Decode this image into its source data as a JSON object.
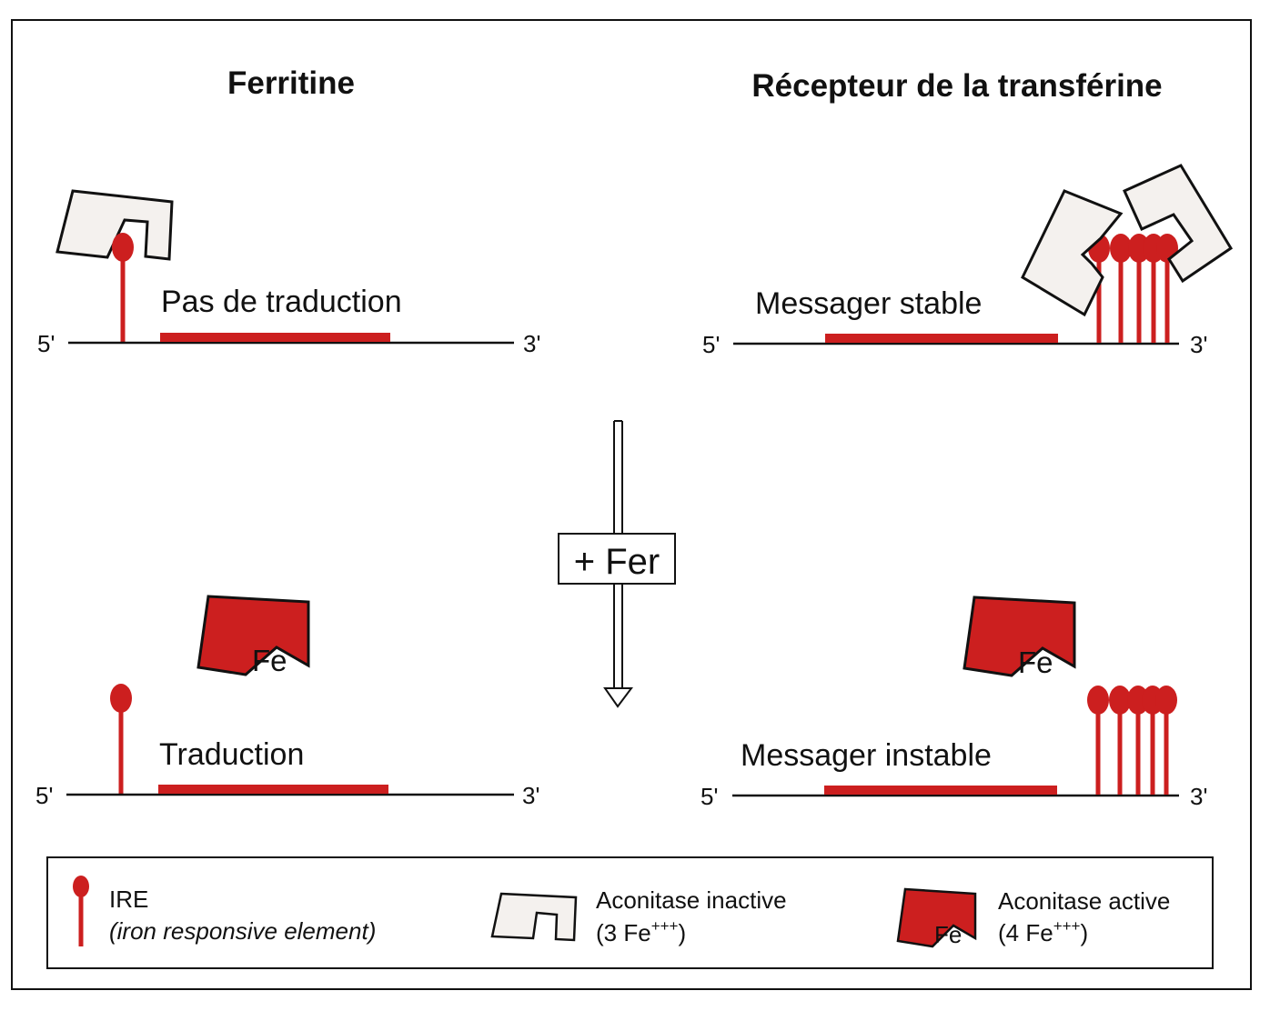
{
  "titles": {
    "left": "Ferritine",
    "right": "Récepteur de la transférine"
  },
  "panels": {
    "top_left": {
      "label": "Pas de traduction",
      "five": "5'",
      "three": "3'"
    },
    "top_right": {
      "label": "Messager stable",
      "five": "5'",
      "three": "3'"
    },
    "bottom_left": {
      "label": "Traduction",
      "five": "5'",
      "three": "3'",
      "fe": "Fe"
    },
    "bottom_right": {
      "label": "Messager instable",
      "five": "5'",
      "three": "3'",
      "fe": "Fe"
    }
  },
  "arrow_box": {
    "label": "+ Fer"
  },
  "legend": {
    "ire": {
      "title": "IRE",
      "subtitle": "(iron responsive element)"
    },
    "inactive": {
      "title": "Aconitase inactive",
      "sub_prefix": "(3 Fe",
      "sub_sup": "+++",
      "sub_suffix": ")"
    },
    "active": {
      "title": "Aconitase active",
      "sub_prefix": "(4 Fe",
      "sub_sup": "+++",
      "sub_suffix": ")",
      "fe": "Fe"
    }
  },
  "colors": {
    "red": "#cc1f1f",
    "inactive_fill": "#f4f1ee",
    "line": "#111111"
  }
}
